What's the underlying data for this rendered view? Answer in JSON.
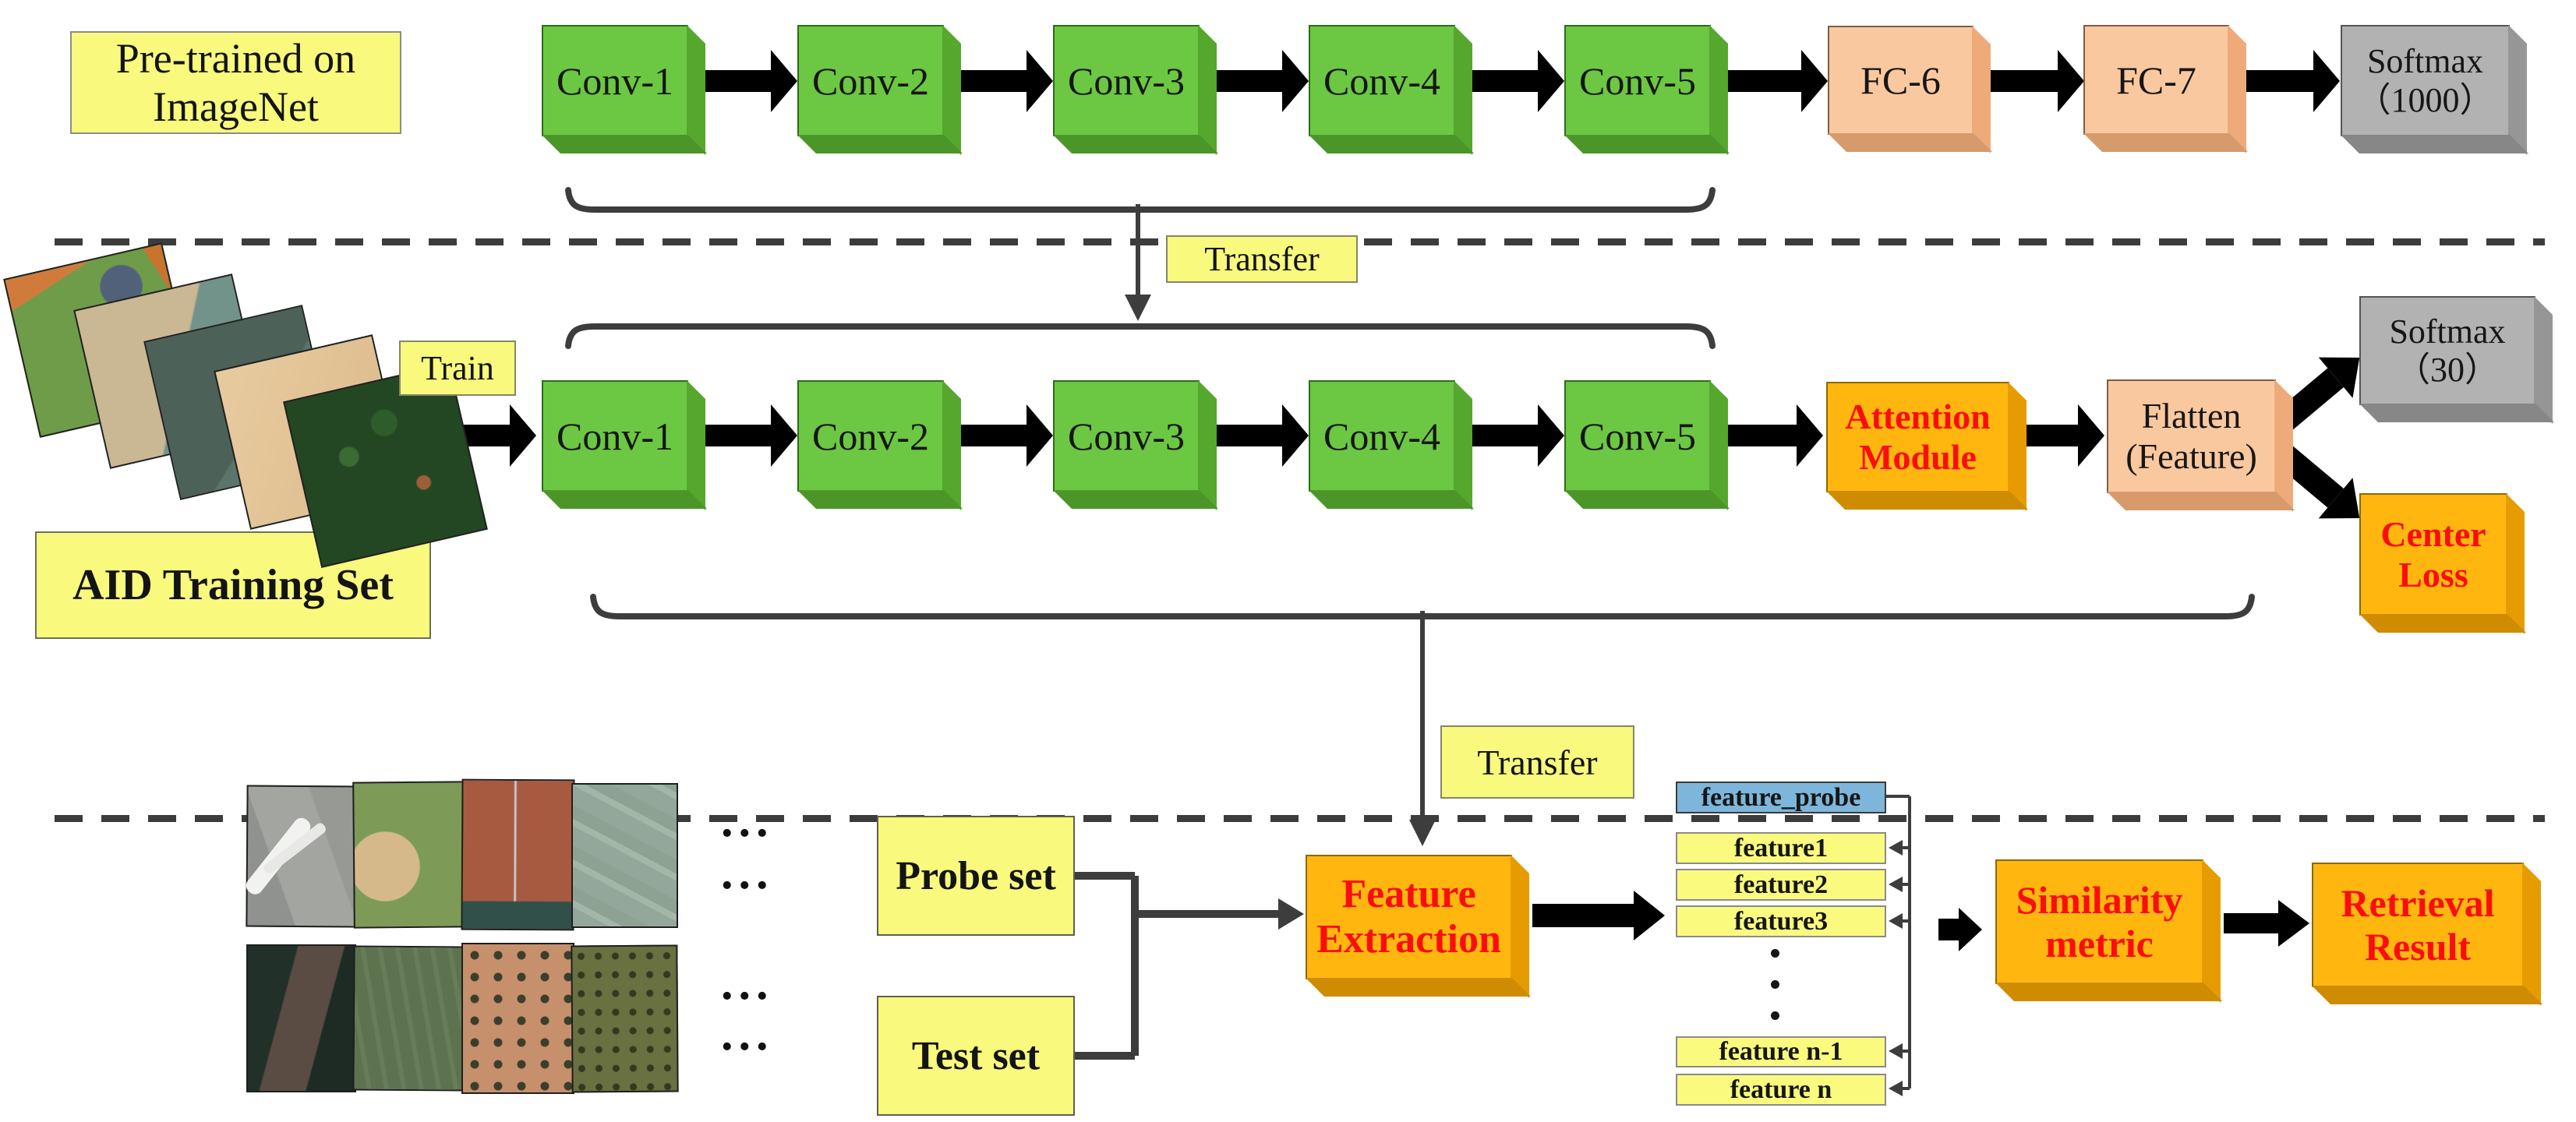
{
  "figure": "transfer-learning remote-sensing retrieval pipeline diagram",
  "colors": {
    "conv_green": "#6cc743",
    "fc_peach": "#f9c89f",
    "softmax_gray": "#b2b2b2",
    "module_orange": "#ffb70f",
    "label_yellow": "#f8f97d",
    "feature_blue": "#7db6da",
    "emphasis_red": "#fb0d0d",
    "line_gray": "#3d3d3d"
  },
  "pretrain": {
    "line1": "Pre-trained on",
    "line2": "ImageNet"
  },
  "top_row": {
    "convs": [
      "Conv-1",
      "Conv-2",
      "Conv-3",
      "Conv-4",
      "Conv-5"
    ],
    "fc6": "FC-6",
    "fc7": "FC-7",
    "softmax_line1": "Softmax",
    "softmax_line2": "（1000）"
  },
  "transfer_top": {
    "label": "Transfer"
  },
  "middle_row": {
    "train": "Train",
    "convs": [
      "Conv-1",
      "Conv-2",
      "Conv-3",
      "Conv-4",
      "Conv-5"
    ],
    "attention_line1": "Attention",
    "attention_line2": "Module",
    "flatten_line1": "Flatten",
    "flatten_line2": "(Feature)",
    "softmax_line1": "Softmax",
    "softmax_line2": "（30）",
    "center_line1": "Center",
    "center_line2": "Loss",
    "aid": "AID Training Set"
  },
  "transfer_bottom": {
    "label": "Transfer"
  },
  "bottom_row": {
    "ellipsis": "...",
    "probe": "Probe set",
    "test": "Test set",
    "fe_line1": "Feature",
    "fe_line2": "Extraction",
    "features": [
      "feature_probe",
      "feature1",
      "feature2",
      "feature3",
      "feature n-1",
      "feature n"
    ],
    "sim_line1": "Similarity",
    "sim_line2": "metric",
    "ret_line1": "Retrieval",
    "ret_line2": "Result"
  },
  "icons": {
    "vertical_ellipsis": "vertical-dots",
    "horizontal_ellipsis": "..."
  }
}
